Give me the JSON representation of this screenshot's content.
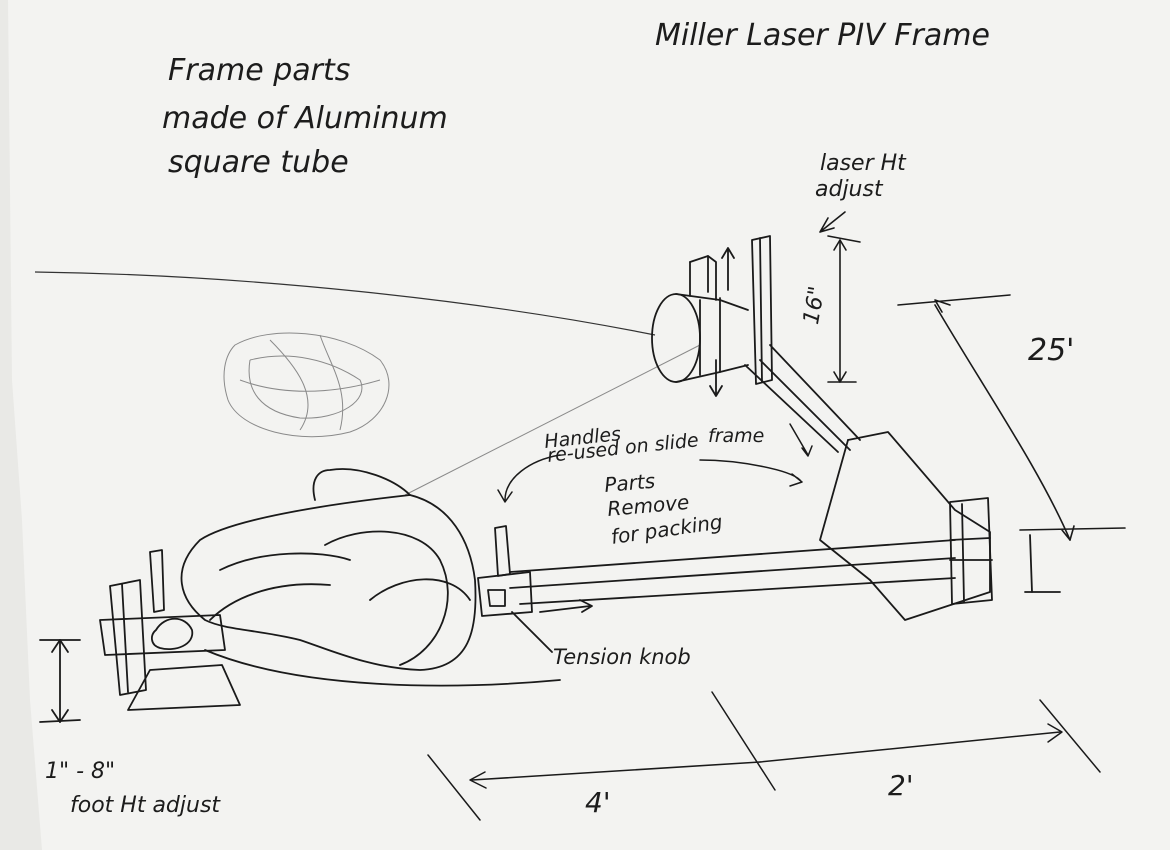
{
  "title": "Miller Laser PIV Frame",
  "note": {
    "line1": "Frame parts",
    "line2": "made of Aluminum",
    "line3": "square tube"
  },
  "labels": {
    "laser_adjust_1": "laser Ht",
    "laser_adjust_2": "adjust",
    "height_16": "16\"",
    "dim_25": "25'",
    "handles_1": "Handles",
    "handles_2": "re-used on slide",
    "handles_3": "frame",
    "parts_1": "Parts",
    "parts_2": "Remove",
    "parts_3": "for packing",
    "tension": "Tension knob",
    "foot_range": "1\" - 8\"",
    "foot_adjust": "foot Ht adjust",
    "dim_4": "4'",
    "dim_2": "2'"
  }
}
